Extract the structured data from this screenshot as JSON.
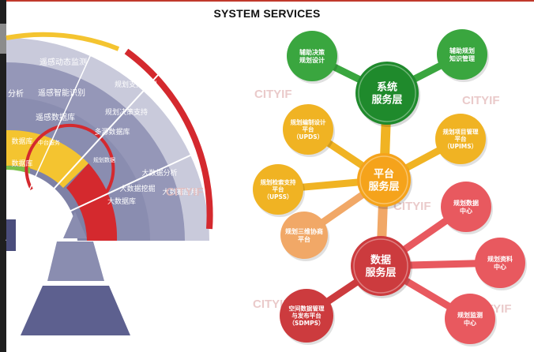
{
  "title": "SYSTEM SERVICES",
  "watermark": "CITYIF",
  "colors": {
    "green": "#3aa63f",
    "dark_green": "#1f8a2c",
    "yellow": "#f0b323",
    "orange_core": "#f5a31b",
    "light_orange": "#f1a867",
    "red": "#cc3b3e",
    "pink": "#e8595f",
    "fan_purple": "#8c8fb3",
    "fan_light": "#c9cadb",
    "fan_yellow": "#f4c430",
    "fan_red": "#d4292e",
    "pyramid": "#5d608f"
  },
  "left_fan": {
    "ring1": [
      "遥感动态监测",
      "遥感智能识别",
      "遥感数据库",
      "中台服务"
    ],
    "ring2": [
      "规划支持模型",
      "规划决策支持",
      "多源数据库",
      "规划数据"
    ],
    "ring3": [
      "大数据分析",
      "大数据挖掘",
      "大数据库"
    ],
    "ring4": [
      "大数据应用"
    ],
    "left_cut": [
      "分析",
      "数据库",
      "数据库"
    ]
  },
  "mindmap": {
    "layers": [
      {
        "label": "系统\n服务层",
        "color": "dark_green"
      },
      {
        "label": "平台\n服务层",
        "color": "orange_core"
      },
      {
        "label": "数据\n服务层",
        "color": "red"
      }
    ],
    "nodes": [
      {
        "label": "辅助决策\n规划设计",
        "color": "green"
      },
      {
        "label": "辅助规划\n知识管理",
        "color": "green"
      },
      {
        "label": "规划编制设计\n平台\n（UPDS）",
        "color": "yellow"
      },
      {
        "label": "规划项目管理\n平台\n（UPIMS）",
        "color": "yellow"
      },
      {
        "label": "规划检索支持\n平台\n（UPSS）",
        "color": "yellow"
      },
      {
        "label": "规划三维协商\n平台",
        "color": "light_orange"
      },
      {
        "label": "规划数据\n中心",
        "color": "pink"
      },
      {
        "label": "规划资料\n中心",
        "color": "pink"
      },
      {
        "label": "空间数据管理\n与发布平台\n（SDMPS）",
        "color": "red"
      },
      {
        "label": "规划监测\n中心",
        "color": "pink"
      }
    ]
  }
}
